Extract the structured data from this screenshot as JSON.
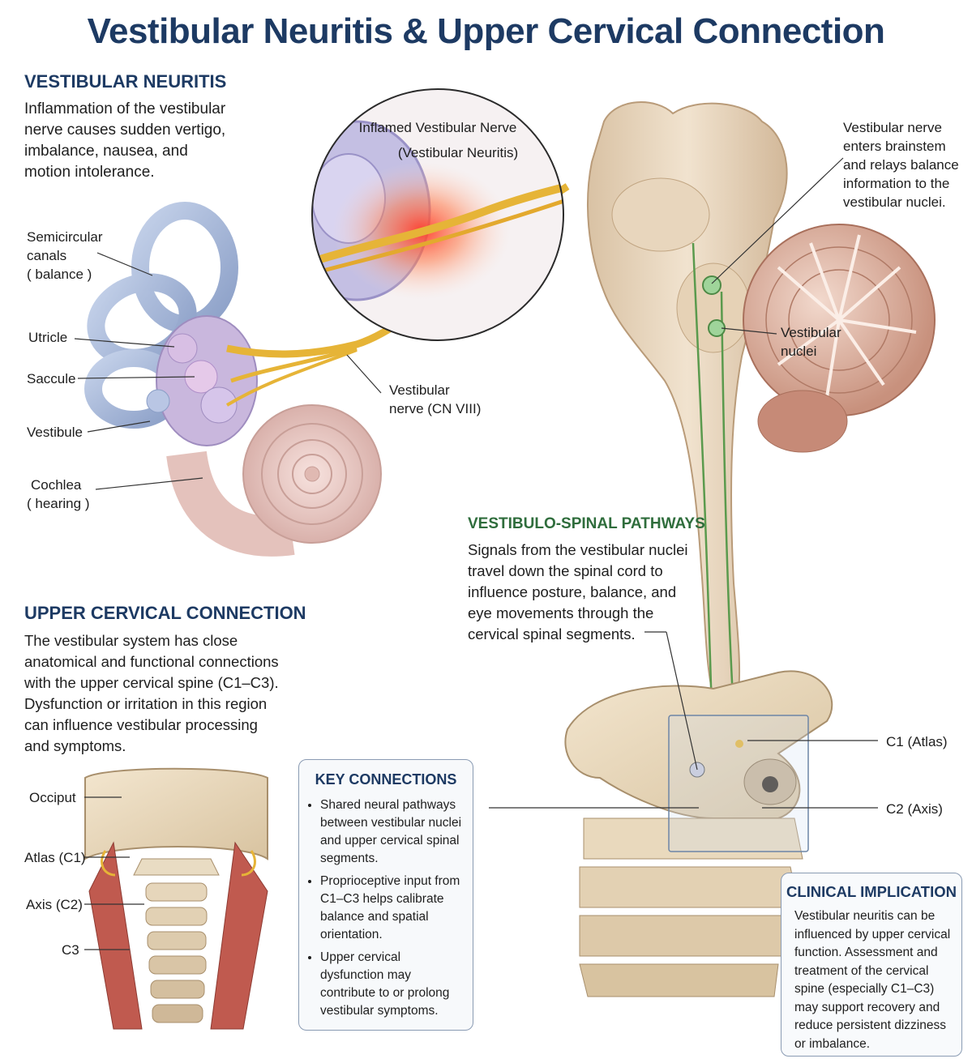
{
  "title": "Vestibular Neuritis & Upper Cervical Connection",
  "neuritis": {
    "heading": "VESTIBULAR NEURITIS",
    "text": [
      "Inflammation of the vestibular",
      "nerve causes sudden vertigo,",
      "imbalance, nausea, and",
      "motion intolerance."
    ]
  },
  "inset": {
    "line1": "Inflamed Vestibular Nerve",
    "line2": "(Vestibular Neuritis)"
  },
  "brainstem_note": [
    "Vestibular nerve",
    "enters brainstem",
    "and relays balance",
    "information to the",
    "vestibular nuclei."
  ],
  "ear_labels": {
    "semicircular": [
      "Semicircular",
      "canals",
      "( balance )"
    ],
    "utricle": "Utricle",
    "saccule": "Saccule",
    "vestibule": "Vestibule",
    "cochlea": [
      "Cochlea",
      "( hearing )"
    ],
    "nerve": [
      "Vestibular",
      "nerve (CN VIII)"
    ]
  },
  "nuclei_label": [
    "Vestibular",
    "nuclei"
  ],
  "pathways": {
    "heading": "VESTIBULO-SPINAL PATHWAYS",
    "text": [
      "Signals from the vestibular nuclei",
      "travel down the spinal cord to",
      "influence posture, balance, and",
      "eye movements through the",
      "cervical spinal segments."
    ]
  },
  "cervical": {
    "heading": "UPPER CERVICAL CONNECTION",
    "text": [
      "The vestibular system has close",
      "anatomical and functional connections",
      "with the upper cervical spine (C1–C3).",
      "Dysfunction or irritation in this region",
      "can influence vestibular processing",
      "and symptoms."
    ]
  },
  "neck_labels": {
    "occiput": "Occiput",
    "atlas": "Atlas (C1)",
    "axis": "Axis (C2)",
    "c3": "C3"
  },
  "key_connections": {
    "heading": "KEY CONNECTIONS",
    "items": [
      "Shared neural pathways between vestibular nuclei and upper cervical spinal segments.",
      "Proprioceptive input from C1–C3 helps calibrate balance and spatial orientation.",
      "Upper cervical dysfunction may contribute to or prolong vestibular symptoms."
    ]
  },
  "vertebra_labels": {
    "c1": "C1 (Atlas)",
    "c2": "C2 (Axis)"
  },
  "clinical": {
    "heading": "CLINICAL IMPLICATION",
    "text": [
      "Vestibular neuritis can be",
      "influenced by upper cervical",
      "function. Assessment and",
      "treatment of the cervical",
      "spine (especially C1–C3)",
      "may support recovery and",
      "reduce persistent dizziness",
      "or imbalance."
    ]
  },
  "colors": {
    "heading_blue": "#1d3a63",
    "heading_green": "#2f6d3c",
    "nerve_yellow": "#e6b437",
    "pathway_green": "#5a9a4d",
    "inflammation_red": "#e8322a"
  }
}
